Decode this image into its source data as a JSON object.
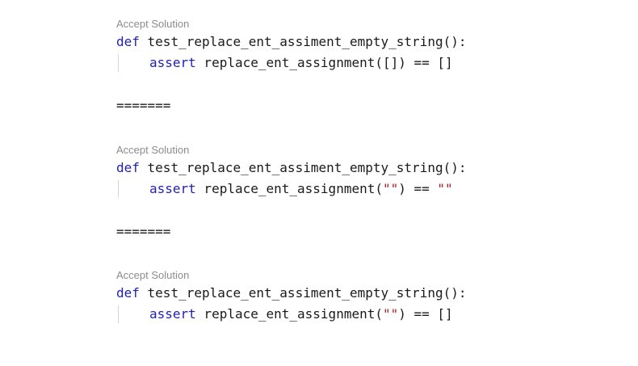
{
  "blocks": [
    {
      "accept_label": "Accept Solution",
      "def_keyword": "def",
      "signature": " test_replace_ent_assiment_empty_string():",
      "assert_keyword": "assert",
      "call": " replace_ent_assignment(",
      "arg": "[]",
      "op": ") == ",
      "expected": "[]"
    },
    {
      "accept_label": "Accept Solution",
      "def_keyword": "def",
      "signature": " test_replace_ent_assiment_empty_string():",
      "assert_keyword": "assert",
      "call": " replace_ent_assignment(",
      "arg": "\"\"",
      "op": ") == ",
      "expected": "\"\""
    },
    {
      "accept_label": "Accept Solution",
      "def_keyword": "def",
      "signature": " test_replace_ent_assiment_empty_string():",
      "assert_keyword": "assert",
      "call": " replace_ent_assignment(",
      "arg": "\"\"",
      "op": ") == ",
      "expected": "[]"
    }
  ],
  "separators": [
    "=======",
    "======="
  ],
  "colors": {
    "keyword": "#1f1fb8",
    "string": "#b31d1d",
    "accept_link": "#8c8c8c",
    "text": "#1a1a1a"
  }
}
